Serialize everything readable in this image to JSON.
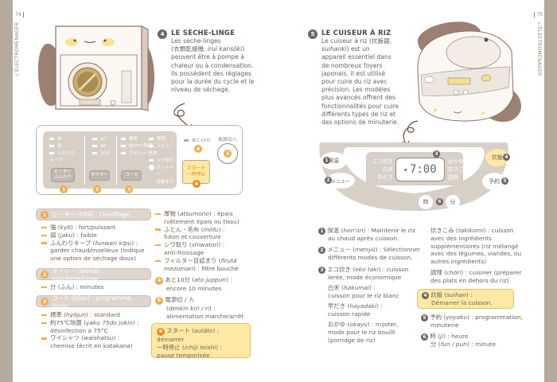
{
  "left_page": {
    "page_number": "74",
    "spine_label": "L'ÉLECTROMÉNAGER",
    "section": {
      "number": "4",
      "title": "LE SÈCHE-LINGE",
      "intro_1": "Les sèche-linges",
      "intro_2_jp": "(衣類乾燥機, ",
      "intro_2_romaji": "irui kansōki",
      "intro_2_end": ")",
      "intro_3": "peuvent être à pompe à",
      "intro_4": "chaleur ou à condensation.",
      "intro_5": "Ils possèdent des réglages",
      "intro_6": "pour la durée du cycle et le",
      "intro_7": "niveau de séchage."
    },
    "panel": {
      "heater_leds": [
        "強",
        "弱",
        "ふんわり\nキープ"
      ],
      "heater_button": "ヒーター\nふんわり",
      "timer_leds": [
        "60",
        "40",
        "20分"
      ],
      "timer_button": "タイマー",
      "course_leds_a": [
        "標準",
        "約75℃除菌",
        "ワイシャツ"
      ],
      "course_leds_b": [
        "厚物",
        "ふとん・毛布",
        "シワ取り"
      ],
      "filter_label": "フィルター\n目詰まり",
      "course_button": "コース",
      "remaining_label": "あと10分",
      "power_label": "電源切/入",
      "start_button": "スタート\n一時停止",
      "badges": [
        "1",
        "2",
        "3",
        "4",
        "5",
        "6"
      ]
    },
    "legend": {
      "heater": {
        "num": "1",
        "jp": "ヒーター",
        "romaji": "hītā",
        "fr": " : chauffage"
      },
      "heater_items": [
        {
          "jp": "強",
          "romaji": "kyō",
          "fr": " : fort/puissant"
        },
        {
          "jp": "弱",
          "romaji": "jaku",
          "fr": " : faible"
        },
        {
          "jp": "ふんわりキープ",
          "romaji": "funwari kīpu",
          "fr": " :"
        }
      ],
      "heater_extra_1": "garder chaud/moelleux (indique",
      "heater_extra_2": "une option de séchage doux)",
      "timer": {
        "num": "2",
        "jp": "タイマー",
        "romaji": "taimā",
        "fr": " : minuterie/timer"
      },
      "timer_item": {
        "jp": "分",
        "romaji": "ふん",
        "fr": " : minutes"
      },
      "course": {
        "num": "3",
        "jp": "コース",
        "romaji": "kōsu",
        "fr": " : programme, mode"
      },
      "course_items": [
        {
          "jp": "標準",
          "romaji": "hyōjun",
          "fr": " : standard"
        },
        {
          "jp": "約75℃除菌",
          "romaji": "yaku 75do jokin",
          "fr": " :",
          "cont": "désinfection à 75°C"
        },
        {
          "jp": "ワイシャツ",
          "romaji": "waishatsu",
          "fr": " :",
          "cont": "chemise (écrit en katakana)"
        }
      ],
      "course_items_b": [
        {
          "jp": "厚物",
          "romaji": "atsumono",
          "fr": " : épais",
          "cont": "(vêtement épais ou tissu)"
        },
        {
          "jp": "ふとん・毛布",
          "romaji": "mōfu",
          "fr": " :",
          "cont": "futon et couverture"
        },
        {
          "jp": "シワ取り",
          "romaji": "shiwatori",
          "fr": " :",
          "cont": "anti-froissage"
        },
        {
          "jp": "フィルター目詰まり",
          "romaji": "firutā",
          "fr": "",
          "cont_romaji": "mezumari",
          "cont": ") : filtre bouché"
        }
      ],
      "remaining": {
        "num": "4",
        "jp": "あと10分",
        "romaji": "ato juppun",
        "fr": " :",
        "cont": "encore 10 minutes"
      },
      "power": {
        "num": "5",
        "jp": "電源切 / 入",
        "romaji": "denkin kiri / ri",
        "fr": " :",
        "cont": "alimentation marche/arrêt"
      },
      "start": {
        "num": "6",
        "jp": "スタート",
        "romaji": "sutāto",
        "fr": " : démarrer",
        "jp2": "一時停止",
        "romaji2": "ichiji teishi",
        "fr2": " :",
        "cont": "pause temporisée"
      }
    }
  },
  "right_page": {
    "page_number": "75",
    "spine_label": "L'ÉLECTROMÉNAGER",
    "section": {
      "number": "5",
      "title": "LE CUISEUR À RIZ",
      "intro_1": "Le cuiseur à riz (炊飯器,",
      "intro_2": "suihanki",
      "intro_2_end": ") est un",
      "intro_3": "appareil essentiel dans",
      "intro_4": "de nombreux foyers",
      "intro_5": "japonais. Il est utilisé",
      "intro_6": "pour cuire du riz avec",
      "intro_7": "précision. Les modèles",
      "intro_8": "plus avancés offrent des",
      "intro_9": "fonctionnalités pour cuire",
      "intro_10": "différents types de riz et",
      "intro_11": "des options de minuterie."
    },
    "panel": {
      "keep_warm": "保温",
      "menu": "メニュー",
      "modes_left": [
        "エコ炊き",
        "白米",
        "早だき"
      ],
      "modes_right": [
        "おかゆ",
        "炊きこみ",
        "調理"
      ],
      "display_time": "7:00",
      "cook": "炊飯",
      "timer": "予約",
      "hour": "時",
      "minute": "分",
      "badges": [
        "1",
        "2",
        "3",
        "4",
        "5",
        "6"
      ]
    },
    "legend": {
      "keep_warm": {
        "num": "1",
        "jp": "保温",
        "romaji": "hon'on",
        "fr": " : Maintenir le riz",
        "cont": "au chaud après cuisson."
      },
      "menu": {
        "num": "2",
        "jp": "メニュー",
        "romaji": "menyū",
        "fr": " : Sélectionner",
        "cont": "différents modes de cuisson."
      },
      "eco": {
        "num": "3",
        "jp": "エコ炊き",
        "romaji": "eko taki",
        "fr": " : cuisson",
        "cont": "lente, mode économique"
      },
      "white": {
        "jp": "白米",
        "romaji": "hakumai",
        "fr": " :",
        "cont": "cuisson pour le riz blanc"
      },
      "quick": {
        "jp": "早だき",
        "romaji": "hayadaki",
        "fr": " :",
        "cont": "cuisson rapide"
      },
      "porridge": {
        "jp": "おかゆ",
        "romaji": "okayu",
        "fr": " : mijoter,",
        "cont1": "mode pour le riz bouilli",
        "cont2": "(porridge de riz)"
      },
      "mixed": {
        "jp": "炊きこみ",
        "romaji": "takikomi",
        "fr": " : cuisson",
        "cont1": "avec des ingrédients",
        "cont2": "supplémentaires (riz mélangé",
        "cont3": "avec des légumes, viandes, ou",
        "cont4": "autres ingrédients)"
      },
      "cooking": {
        "jp": "調理",
        "romaji": "chōri",
        "fr": " : cuisiner (préparer",
        "cont": "des plats en dehors du riz)"
      },
      "cook": {
        "num": "4",
        "jp": "炊飯",
        "romaji": "suihan",
        "fr": " :",
        "cont": "Démarrer la cuisson."
      },
      "timer": {
        "num": "5",
        "jp": "予約",
        "romaji": "yoyaku",
        "fr": " : programmation,",
        "cont": "minuterie"
      },
      "hour": {
        "num": "6",
        "jp": "時",
        "romaji": "ji",
        "fr": " : heure",
        "jp2": "分",
        "romaji2": "fun / pun",
        "fr2": " : minute"
      }
    }
  },
  "colors": {
    "strip": "#b6aa9f",
    "orange": "#f0ad4e",
    "yellow_box": "#fde9a3",
    "panel_grey": "#d8cfc7",
    "badge_dark": "#6e6560"
  }
}
